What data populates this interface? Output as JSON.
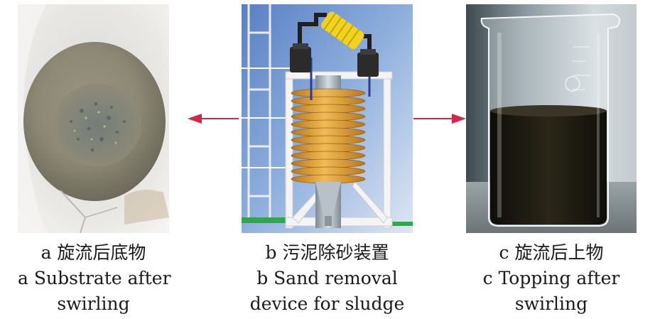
{
  "colors": {
    "arrow": "#d8234a",
    "coil": "#e2a43a",
    "frame": "#f2f2f2",
    "liquid": "#1c1a12"
  },
  "panels": [
    {
      "id": "a",
      "caption_zh": "a 旋流后底物",
      "caption_en": [
        "a  Substrate after",
        "swirling"
      ]
    },
    {
      "id": "b",
      "caption_zh": "b 污泥除砂装置",
      "caption_en": [
        "b  Sand removal",
        "device for sludge"
      ]
    },
    {
      "id": "c",
      "caption_zh": "c 旋流后上物",
      "caption_en": [
        "c  Topping after",
        "swirling"
      ]
    }
  ],
  "icons": {
    "left_arrow": "arrow-left-icon",
    "right_arrow": "arrow-right-icon"
  }
}
